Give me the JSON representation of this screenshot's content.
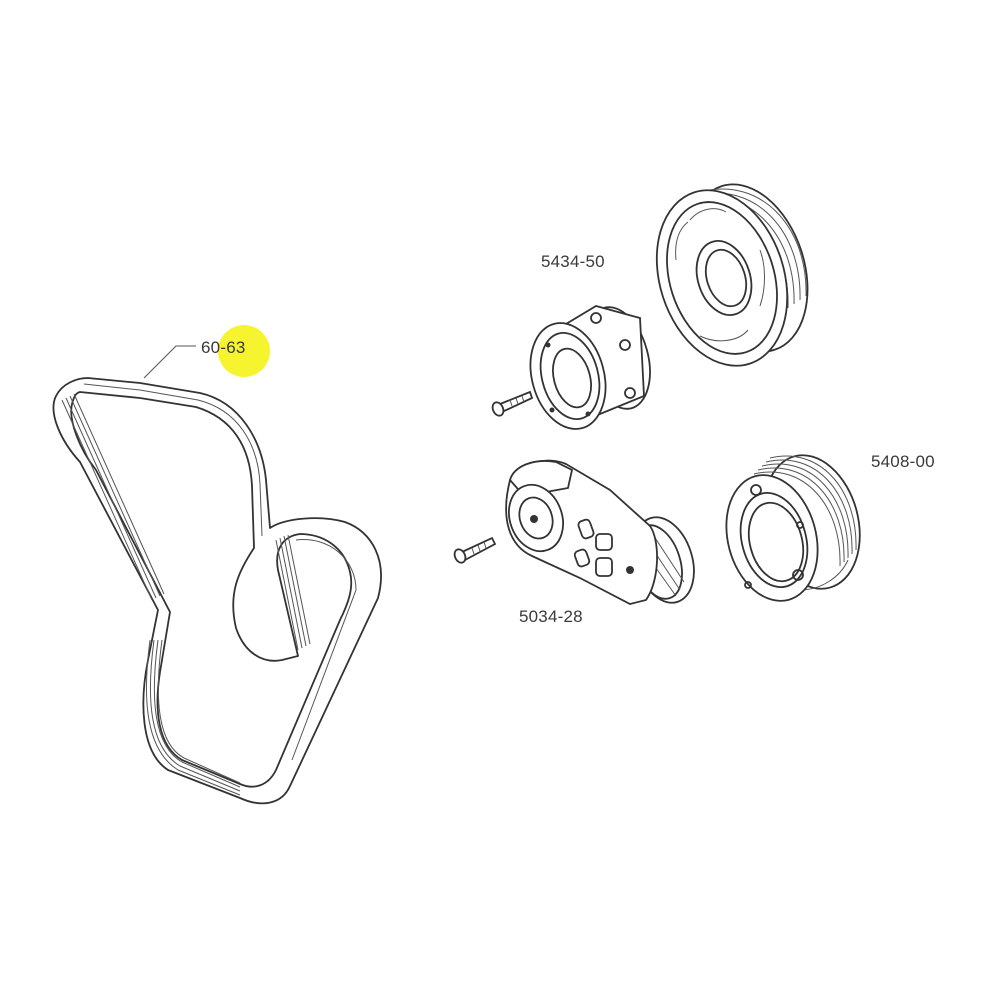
{
  "diagram": {
    "type": "exploded parts diagram",
    "subject": "serpentine belt drive components",
    "highlight_color": "#f5f20a",
    "line_color": "#333333",
    "background": "#ffffff"
  },
  "callouts": {
    "belt": {
      "prefix": "60",
      "separator": "-",
      "suffix": "63",
      "full": "60-63",
      "highlighted": true
    },
    "idler_pulley": {
      "label": "5434-50"
    },
    "crank_pulley": {
      "label": "5408-00"
    },
    "tensioner": {
      "label": "5034-28"
    }
  },
  "parts": [
    {
      "id": "belt",
      "callout": "60-63",
      "icon": "serpentine-belt"
    },
    {
      "id": "idler_pulley_hub",
      "callout": "5434-50",
      "icon": "pulley-hub"
    },
    {
      "id": "large_pulley",
      "callout": "5434-50",
      "icon": "grooved-pulley"
    },
    {
      "id": "idler_bolt",
      "callout": "5434-50",
      "icon": "bolt"
    },
    {
      "id": "tensioner",
      "callout": "5034-28",
      "icon": "belt-tensioner"
    },
    {
      "id": "tensioner_bolt",
      "callout": "5034-28",
      "icon": "bolt"
    },
    {
      "id": "ribbed_pulley",
      "callout": "5408-00",
      "icon": "ribbed-pulley"
    }
  ]
}
